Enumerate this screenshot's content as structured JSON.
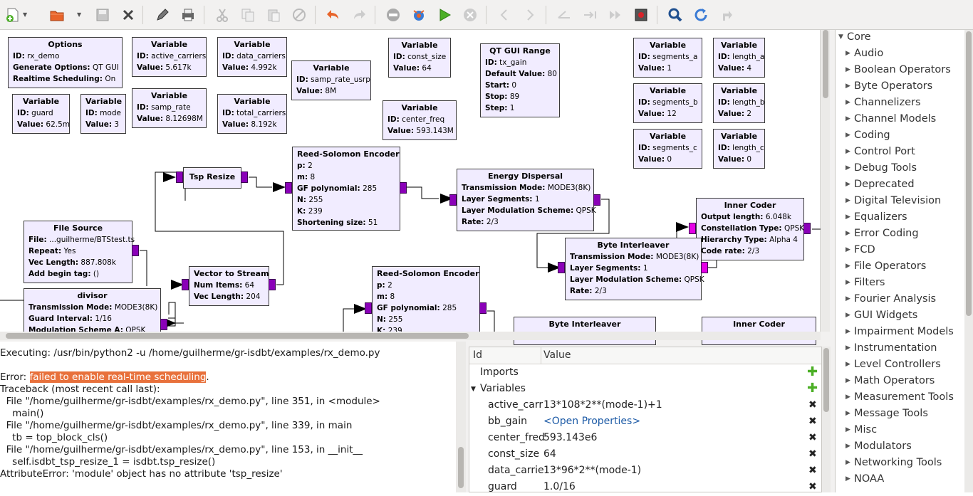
{
  "toolbar": {
    "buttons": [
      "new-document-icon",
      "open-folder-icon",
      "save-icon",
      "close-icon",
      "pencil-icon",
      "print-icon",
      "cut-icon",
      "copy-icon",
      "paste-icon",
      "delete-icon",
      "undo-icon",
      "redo-icon",
      "disable-block-icon",
      "enable-block-icon",
      "execute-icon",
      "kill-icon",
      "back-icon",
      "forward-icon",
      "rotate-left-icon",
      "rotate-right-icon",
      "bypass-icon",
      "screenshot-icon",
      "search-icon",
      "reload-icon",
      "redo-block-icon"
    ]
  },
  "blocks": {
    "options": {
      "title": "Options",
      "rows": [
        [
          "ID:",
          "rx_demo"
        ],
        [
          "Generate Options:",
          "QT GUI"
        ],
        [
          "Realtime Scheduling:",
          "On"
        ]
      ]
    },
    "var_active_carriers": {
      "title": "Variable",
      "rows": [
        [
          "ID:",
          "active_carriers"
        ],
        [
          "Value:",
          "5.617k"
        ]
      ]
    },
    "var_data_carriers": {
      "title": "Variable",
      "rows": [
        [
          "ID:",
          "data_carriers"
        ],
        [
          "Value:",
          "4.992k"
        ]
      ]
    },
    "var_samp_rate_usrp": {
      "title": "Variable",
      "rows": [
        [
          "ID:",
          "samp_rate_usrp"
        ],
        [
          "Value:",
          "8M"
        ]
      ]
    },
    "var_const_size": {
      "title": "Variable",
      "rows": [
        [
          "ID:",
          "const_size"
        ],
        [
          "Value:",
          "64"
        ]
      ]
    },
    "qt_gui_range": {
      "title": "QT GUI Range",
      "rows": [
        [
          "ID:",
          "tx_gain"
        ],
        [
          "Default Value:",
          "80"
        ],
        [
          "Start:",
          "0"
        ],
        [
          "Stop:",
          "89"
        ],
        [
          "Step:",
          "1"
        ]
      ]
    },
    "var_segments_a": {
      "title": "Variable",
      "rows": [
        [
          "ID:",
          "segments_a"
        ],
        [
          "Value:",
          "1"
        ]
      ]
    },
    "var_length_a": {
      "title": "Variable",
      "rows": [
        [
          "ID:",
          "length_a"
        ],
        [
          "Value:",
          "4"
        ]
      ]
    },
    "var_guard": {
      "title": "Variable",
      "rows": [
        [
          "ID:",
          "guard"
        ],
        [
          "Value:",
          "62.5m"
        ]
      ]
    },
    "var_mode": {
      "title": "Variable",
      "rows": [
        [
          "ID:",
          "mode"
        ],
        [
          "Value:",
          "3"
        ]
      ]
    },
    "var_samp_rate": {
      "title": "Variable",
      "rows": [
        [
          "ID:",
          "samp_rate"
        ],
        [
          "Value:",
          "8.12698M"
        ]
      ]
    },
    "var_total_carriers": {
      "title": "Variable",
      "rows": [
        [
          "ID:",
          "total_carriers"
        ],
        [
          "Value:",
          "8.192k"
        ]
      ]
    },
    "var_center_freq": {
      "title": "Variable",
      "rows": [
        [
          "ID:",
          "center_freq"
        ],
        [
          "Value:",
          "593.143M"
        ]
      ]
    },
    "var_segments_b": {
      "title": "Variable",
      "rows": [
        [
          "ID:",
          "segments_b"
        ],
        [
          "Value:",
          "12"
        ]
      ]
    },
    "var_length_b": {
      "title": "Variable",
      "rows": [
        [
          "ID:",
          "length_b"
        ],
        [
          "Value:",
          "2"
        ]
      ]
    },
    "var_segments_c": {
      "title": "Variable",
      "rows": [
        [
          "ID:",
          "segments_c"
        ],
        [
          "Value:",
          "0"
        ]
      ]
    },
    "var_length_c": {
      "title": "Variable",
      "rows": [
        [
          "ID:",
          "length_c"
        ],
        [
          "Value:",
          "0"
        ]
      ]
    },
    "tsp_resize": {
      "title": "Tsp Resize",
      "rows": []
    },
    "rs_encoder_1": {
      "title": "Reed-Solomon Encoder",
      "rows": [
        [
          "p:",
          "2"
        ],
        [
          "m:",
          "8"
        ],
        [
          "GF polynomial:",
          "285"
        ],
        [
          "N:",
          "255"
        ],
        [
          "K:",
          "239"
        ],
        [
          "Shortening size:",
          "51"
        ]
      ]
    },
    "energy_dispersal": {
      "title": "Energy Dispersal",
      "rows": [
        [
          "Transmission Mode:",
          "MODE3(8K)"
        ],
        [
          "Layer Segments:",
          "1"
        ],
        [
          "Layer Modulation Scheme:",
          "QPSK"
        ],
        [
          "Rate:",
          "2/3"
        ]
      ]
    },
    "inner_coder_1": {
      "title": "Inner Coder",
      "rows": [
        [
          "Output length:",
          "6.048k"
        ],
        [
          "Constellation Type:",
          "QPSK"
        ],
        [
          "Hierarchy Type:",
          "Alpha 4"
        ],
        [
          "Code rate:",
          "2/3"
        ]
      ]
    },
    "file_source": {
      "title": "File Source",
      "rows": [
        [
          "File:",
          "...guilherme/BTStest.ts"
        ],
        [
          "Repeat:",
          "Yes"
        ],
        [
          "Vec Length:",
          "887.808k"
        ],
        [
          "Add begin tag:",
          "()"
        ]
      ]
    },
    "byte_interleaver_1": {
      "title": "Byte Interleaver",
      "rows": [
        [
          "Transmission Mode:",
          "MODE3(8K)"
        ],
        [
          "Layer Segments:",
          "1"
        ],
        [
          "Layer Modulation Scheme:",
          "QPSK"
        ],
        [
          "Rate:",
          "2/3"
        ]
      ]
    },
    "vector_to_stream": {
      "title": "Vector to Stream",
      "rows": [
        [
          "Num Items:",
          "64"
        ],
        [
          "Vec Length:",
          "204"
        ]
      ]
    },
    "rs_encoder_2": {
      "title": "Reed-Solomon Encoder",
      "rows": [
        [
          "p:",
          "2"
        ],
        [
          "m:",
          "8"
        ],
        [
          "GF polynomial:",
          "285"
        ],
        [
          "N:",
          "255"
        ],
        [
          "K:",
          "239"
        ]
      ]
    },
    "divisor": {
      "title": "divisor",
      "rows": [
        [
          "Transmission Mode:",
          "MODE3(8K)"
        ],
        [
          "Guard Interval:",
          "1/16"
        ],
        [
          "Modulation Scheme A:",
          "QPSK"
        ]
      ]
    },
    "byte_interleaver_2": {
      "title": "Byte Interleaver",
      "rows": []
    },
    "inner_coder_2": {
      "title": "Inner Coder",
      "rows": []
    }
  },
  "console": {
    "lines": [
      "Executing: /usr/bin/python2 -u /home/guilherme/gr-isdbt/examples/rx_demo.py",
      "",
      "Error: ",
      "Traceback (most recent call last):",
      "  File \"/home/guilherme/gr-isdbt/examples/rx_demo.py\", line 351, in <module>",
      "    main()",
      "  File \"/home/guilherme/gr-isdbt/examples/rx_demo.py\", line 339, in main",
      "    tb = top_block_cls()",
      "  File \"/home/guilherme/gr-isdbt/examples/rx_demo.py\", line 153, in __init__",
      "    self.isdbt_tsp_resize_1 = isdbt.tsp_resize()",
      "AttributeError: 'module' object has no attribute 'tsp_resize'"
    ],
    "error_highlight": "failed to enable real-time scheduling",
    "error_suffix": "."
  },
  "vars_panel": {
    "col_id": "Id",
    "col_value": "Value",
    "imports_label": "Imports",
    "variables_label": "Variables",
    "rows": [
      {
        "id": "active_carr",
        "value": "13*108*2**(mode-1)+1"
      },
      {
        "id": "bb_gain",
        "value": "<Open Properties>"
      },
      {
        "id": "center_fred",
        "value": "593.143e6"
      },
      {
        "id": "const_size",
        "value": "64"
      },
      {
        "id": "data_carrie",
        "value": "13*96*2**(mode-1)"
      },
      {
        "id": "guard",
        "value": "1.0/16"
      }
    ]
  },
  "tree": {
    "root": "Core",
    "items": [
      "Audio",
      "Boolean Operators",
      "Byte Operators",
      "Channelizers",
      "Channel Models",
      "Coding",
      "Control Port",
      "Debug Tools",
      "Deprecated",
      "Digital Television",
      "Equalizers",
      "Error Coding",
      "FCD",
      "File Operators",
      "Filters",
      "Fourier Analysis",
      "GUI Widgets",
      "Impairment Models",
      "Instrumentation",
      "Level Controllers",
      "Math Operators",
      "Measurement Tools",
      "Message Tools",
      "Misc",
      "Modulators",
      "Networking Tools",
      "NOAA"
    ]
  }
}
